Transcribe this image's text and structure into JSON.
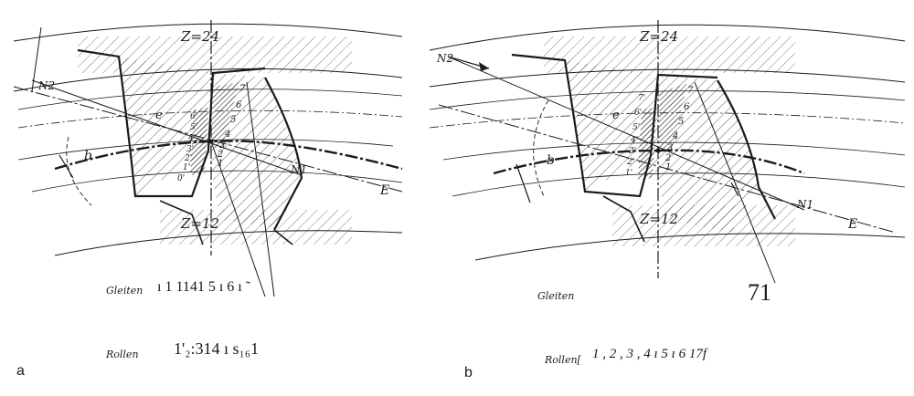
{
  "panel_a": {
    "label": "a",
    "z_top": "Z=24",
    "z_bottom": "Z=12",
    "labels": {
      "n1": "N1",
      "n2": "N2",
      "e_big": "E",
      "e_small": "e",
      "b": "b"
    },
    "numbers": [
      "1",
      "2",
      "3",
      "4",
      "5",
      "6",
      "7"
    ],
    "primed": [
      "0'",
      "1'",
      "2'",
      "3'",
      "4'",
      "5'",
      "6'"
    ],
    "gleiten_label": "Gleiten",
    "gleiten_values": "ı  1   1141   5 ı 6 ı  ˜",
    "rollen_label": "Rollen",
    "rollen_values": "1'₂:314  ı s₁₆1"
  },
  "panel_b": {
    "label": "b",
    "z_top": "Z=24",
    "z_bottom": "Z=12",
    "labels": {
      "n1": "N1",
      "n2": "N2",
      "e_big": "E",
      "e_small": "e",
      "b": "b"
    },
    "numbers": [
      "1",
      "2",
      "3",
      "4",
      "5",
      "6",
      "7"
    ],
    "primed": [
      "1'",
      "2'",
      "3'",
      "4'",
      "5'",
      "6'",
      "7'"
    ],
    "gleiten_label": "Gleiten",
    "gleiten_values": "71",
    "rollen_label": "Rollen[",
    "rollen_values": "1 , 2 , 3 , 4   ı 5 ı 6 17f"
  },
  "colors": {
    "ink": "#1a1a1a",
    "paper": "#ffffff"
  }
}
